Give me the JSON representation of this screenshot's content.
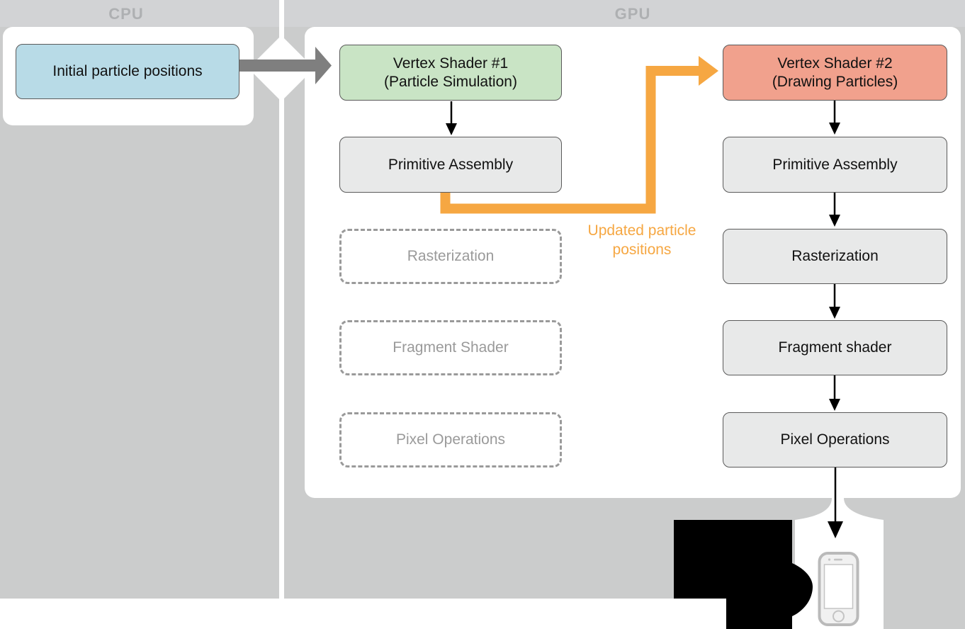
{
  "header": {
    "cpu_label": "CPU",
    "gpu_label": "GPU"
  },
  "cpu": {
    "initial_positions_box": "Initial particle positions"
  },
  "gpu": {
    "simulation_pipeline": {
      "vertex_shader_line1": "Vertex Shader #1",
      "vertex_shader_line2": "(Particle Simulation)",
      "primitive_assembly": "Primitive Assembly",
      "rasterization": "Rasterization",
      "fragment_shader": "Fragment Shader",
      "pixel_operations": "Pixel Operations"
    },
    "drawing_pipeline": {
      "vertex_shader_line1": "Vertex Shader #2",
      "vertex_shader_line2": "(Drawing Particles)",
      "primitive_assembly": "Primitive Assembly",
      "rasterization": "Rasterization",
      "fragment_shader": "Fragment shader",
      "pixel_operations": "Pixel Operations"
    }
  },
  "annotations": {
    "updated_positions_line1": "Updated particle",
    "updated_positions_line2": "positions"
  },
  "icons": [
    "smartphone-icon",
    "cpu-to-gpu-arrow",
    "feedback-arrow",
    "divider-diamond"
  ],
  "colors": {
    "band_header": "#d2d3d5",
    "band_body": "#cbcccc",
    "box_gray": "#e8e9e9",
    "box_border": "#5a5a5a",
    "dashed": "#9a9a9a",
    "blue": "#b8dbe7",
    "green": "#c9e4c5",
    "salmon": "#f1a18d",
    "orange": "#f6a742",
    "hdr_text": "#aeb0b2",
    "shaft_gray": "#7f7f7f",
    "phone": "#bababa",
    "ink": "#111111"
  }
}
